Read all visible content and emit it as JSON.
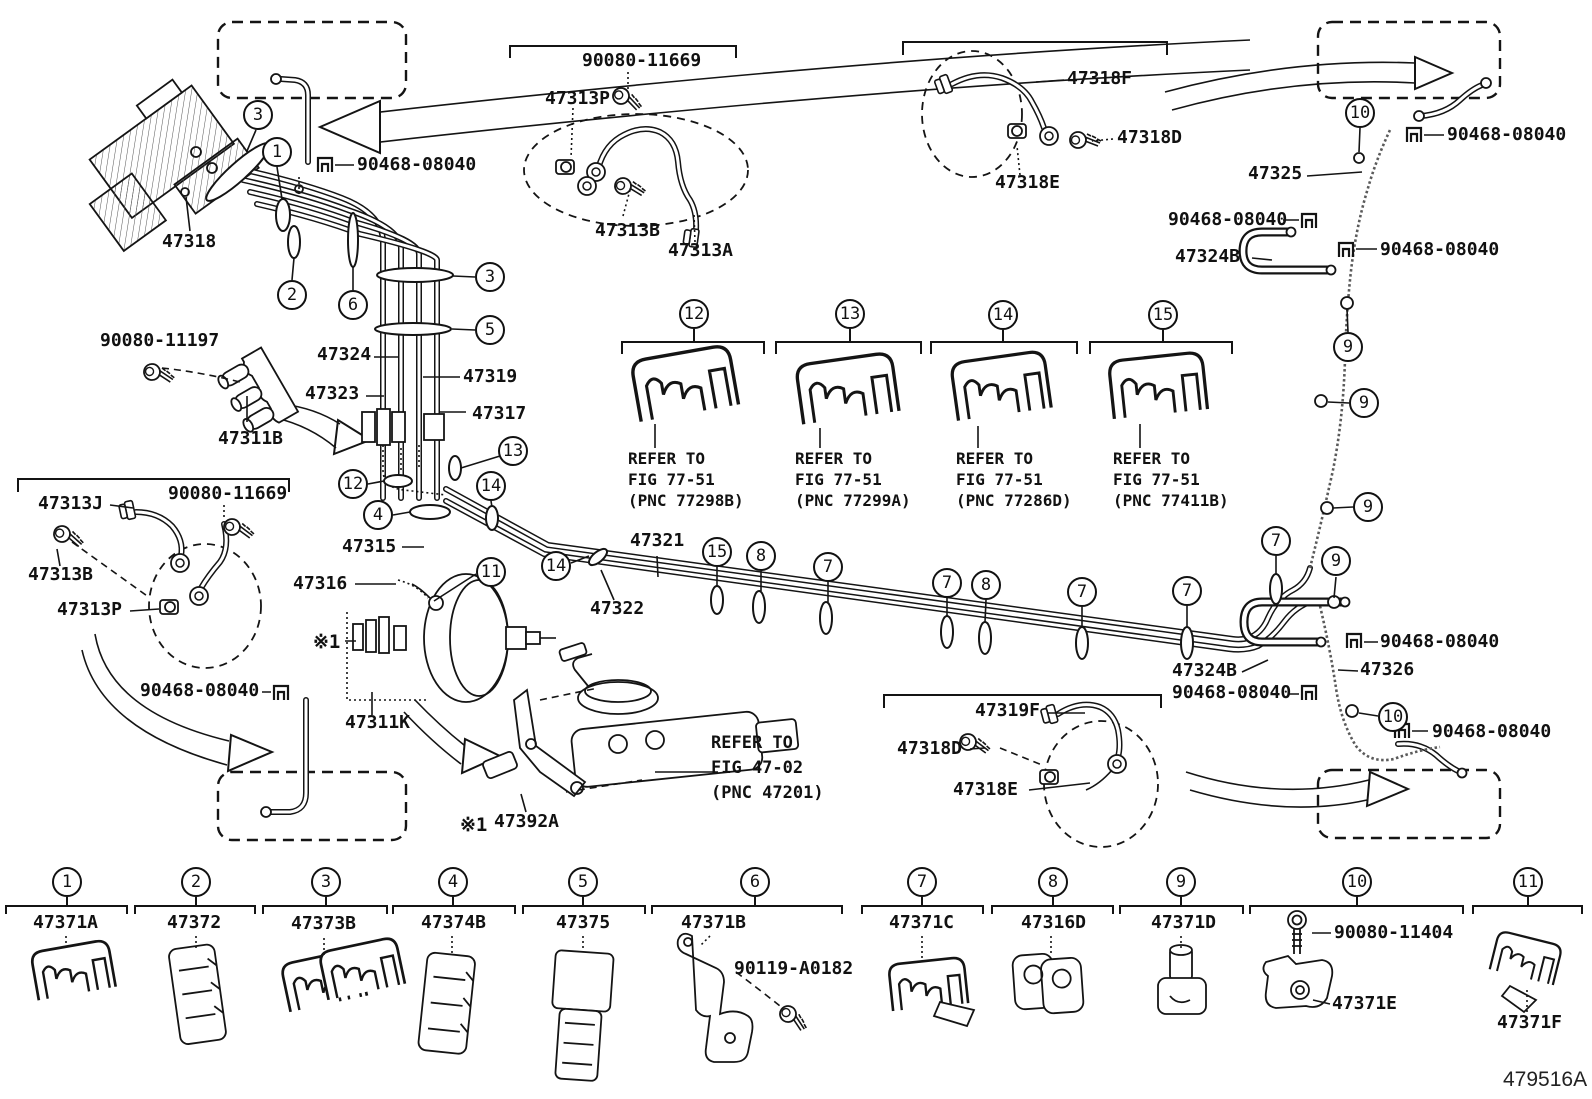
{
  "figure_code": "479516A",
  "colors": {
    "ink": "#141414",
    "paper": "#ffffff"
  },
  "callout_numbers": {
    "n1": "1",
    "n2": "2",
    "n3": "3",
    "n4": "4",
    "n5": "5",
    "n6": "6",
    "n7": "7",
    "n8": "8",
    "n9": "9",
    "n10": "10",
    "n11": "11",
    "n12": "12",
    "n13": "13",
    "n14": "14",
    "n15": "15"
  },
  "annotations": {
    "p47318": "47318",
    "p47313P": "47313P",
    "p47313B": "47313B",
    "p47313A": "47313A",
    "p47313J": "47313J",
    "p47318F": "47318F",
    "p47318D": "47318D",
    "p47318E": "47318E",
    "p47319F": "47319F",
    "p47311B": "47311B",
    "p47311K": "47311K",
    "p47315": "47315",
    "p47316": "47316",
    "p47317": "47317",
    "p47319": "47319",
    "p47321": "47321",
    "p47322": "47322",
    "p47323": "47323",
    "p47324": "47324",
    "p47324B": "47324B",
    "p47325": "47325",
    "p47326": "47326",
    "p47392A": "47392A",
    "h90468": "90468-08040",
    "h90080_11669": "90080-11669",
    "h90080_11197": "90080-11197",
    "note_star1": "※1"
  },
  "master_cylinder_note": {
    "line1": "REFER TO",
    "line2": "FIG 47-02",
    "line3": "(PNC 47201)"
  },
  "clip_refs": [
    {
      "num": "12",
      "line1": "REFER TO",
      "line2": "FIG 77-51",
      "pnc": "(PNC 77298B)"
    },
    {
      "num": "13",
      "line1": "REFER TO",
      "line2": "FIG 77-51",
      "pnc": "(PNC 77299A)"
    },
    {
      "num": "14",
      "line1": "REFER TO",
      "line2": "FIG 77-51",
      "pnc": "(PNC 77286D)"
    },
    {
      "num": "15",
      "line1": "REFER TO",
      "line2": "FIG 77-51",
      "pnc": "(PNC 77411B)"
    }
  ],
  "legend": [
    {
      "num": "1",
      "part": "47371A"
    },
    {
      "num": "2",
      "part": "47372"
    },
    {
      "num": "3",
      "part": "47373B"
    },
    {
      "num": "4",
      "part": "47374B"
    },
    {
      "num": "5",
      "part": "47375"
    },
    {
      "num": "6",
      "part": "47371B",
      "hardware": "90119-A0182"
    },
    {
      "num": "7",
      "part": "47371C"
    },
    {
      "num": "8",
      "part": "47316D"
    },
    {
      "num": "9",
      "part": "47371D"
    },
    {
      "num": "10",
      "part": "47371E",
      "hardware": "90080-11404"
    },
    {
      "num": "11",
      "part": "47371F"
    }
  ]
}
